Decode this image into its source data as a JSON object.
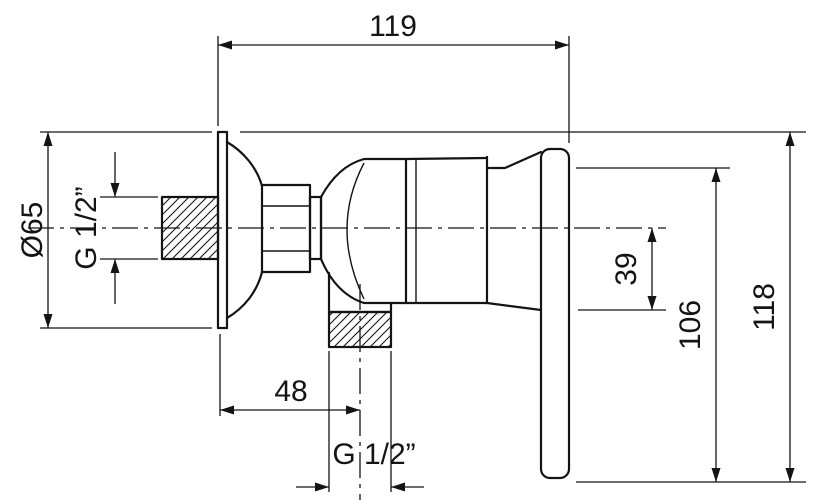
{
  "colors": {
    "background": "#ffffff",
    "line": "#141414"
  },
  "dimensions": {
    "top_width": "119",
    "flange_diameter": "Ø65",
    "inlet_thread": "G 1/2”",
    "wall_to_outlet": "48",
    "outlet_thread": "G 1/2”",
    "axis_to_body_bottom": "39",
    "body_height": "106",
    "overall_height": "118"
  }
}
